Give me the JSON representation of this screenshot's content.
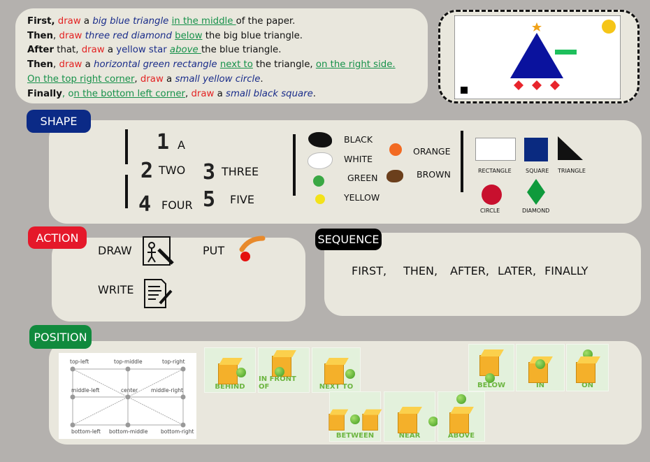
{
  "instructions": [
    {
      "parts": [
        "First,",
        " draw",
        " a ",
        "big blue triangle",
        " ",
        "in the middle ",
        "of the paper."
      ]
    },
    {
      "parts": [
        "Then",
        ", ",
        "draw",
        " ",
        "three red diamond",
        " ",
        "below",
        " the big blue triangle."
      ]
    },
    {
      "parts": [
        "After",
        " that, ",
        "draw",
        " a ",
        "yellow star",
        " ",
        "above ",
        "the blue triangle."
      ]
    },
    {
      "parts": [
        "Then",
        ", ",
        "draw",
        " a ",
        "horizontal green rectangle",
        " ",
        "next to",
        " the triangle, ",
        "on the right side."
      ]
    },
    {
      "parts": [
        "On the top right corner",
        ", ",
        "draw",
        " a ",
        "small yellow circle",
        "."
      ]
    },
    {
      "parts": [
        "Finally",
        ", o",
        "n the bottom left corner",
        ", ",
        "draw",
        " a ",
        "small black square",
        "."
      ]
    }
  ],
  "shape": {
    "title": "SHAPE",
    "numbers": [
      {
        "n": "1",
        "w": "A"
      },
      {
        "n": "2",
        "w": "TWO"
      },
      {
        "n": "3",
        "w": "THREE"
      },
      {
        "n": "4",
        "w": "FOUR"
      },
      {
        "n": "5",
        "w": "FIVE"
      }
    ],
    "colors": [
      {
        "name": "BLACK",
        "hex": "#111111"
      },
      {
        "name": "WHITE",
        "hex": "#ffffff"
      },
      {
        "name": "GREEN",
        "hex": "#3aa844"
      },
      {
        "name": "YELLOW",
        "hex": "#f3e21a"
      },
      {
        "name": "ORANGE",
        "hex": "#f26a22"
      },
      {
        "name": "BROWN",
        "hex": "#6b3f1c"
      }
    ],
    "shapes": [
      "RECTANGLE",
      "SQUARE",
      "TRIANGLE",
      "CIRCLE",
      "DIAMOND"
    ]
  },
  "action": {
    "title": "ACTION",
    "items": [
      "DRAW",
      "PUT",
      "WRITE"
    ]
  },
  "sequence": {
    "title": "SEQUENCE",
    "words": [
      "FIRST,",
      "THEN,",
      "AFTER,",
      "LATER,",
      "FINALLY"
    ]
  },
  "position": {
    "title": "POSITION",
    "grid": [
      "top-left",
      "top-middle",
      "top-right",
      "middle-left",
      "center",
      "middle-right",
      "bottom-left",
      "bottom-middle",
      "bottom-right"
    ],
    "cards": [
      "BEHIND",
      "IN FRONT OF",
      "NEXT TO",
      "BELOW",
      "IN",
      "ON",
      "BETWEEN",
      "NEAR",
      "ABOVE"
    ]
  }
}
